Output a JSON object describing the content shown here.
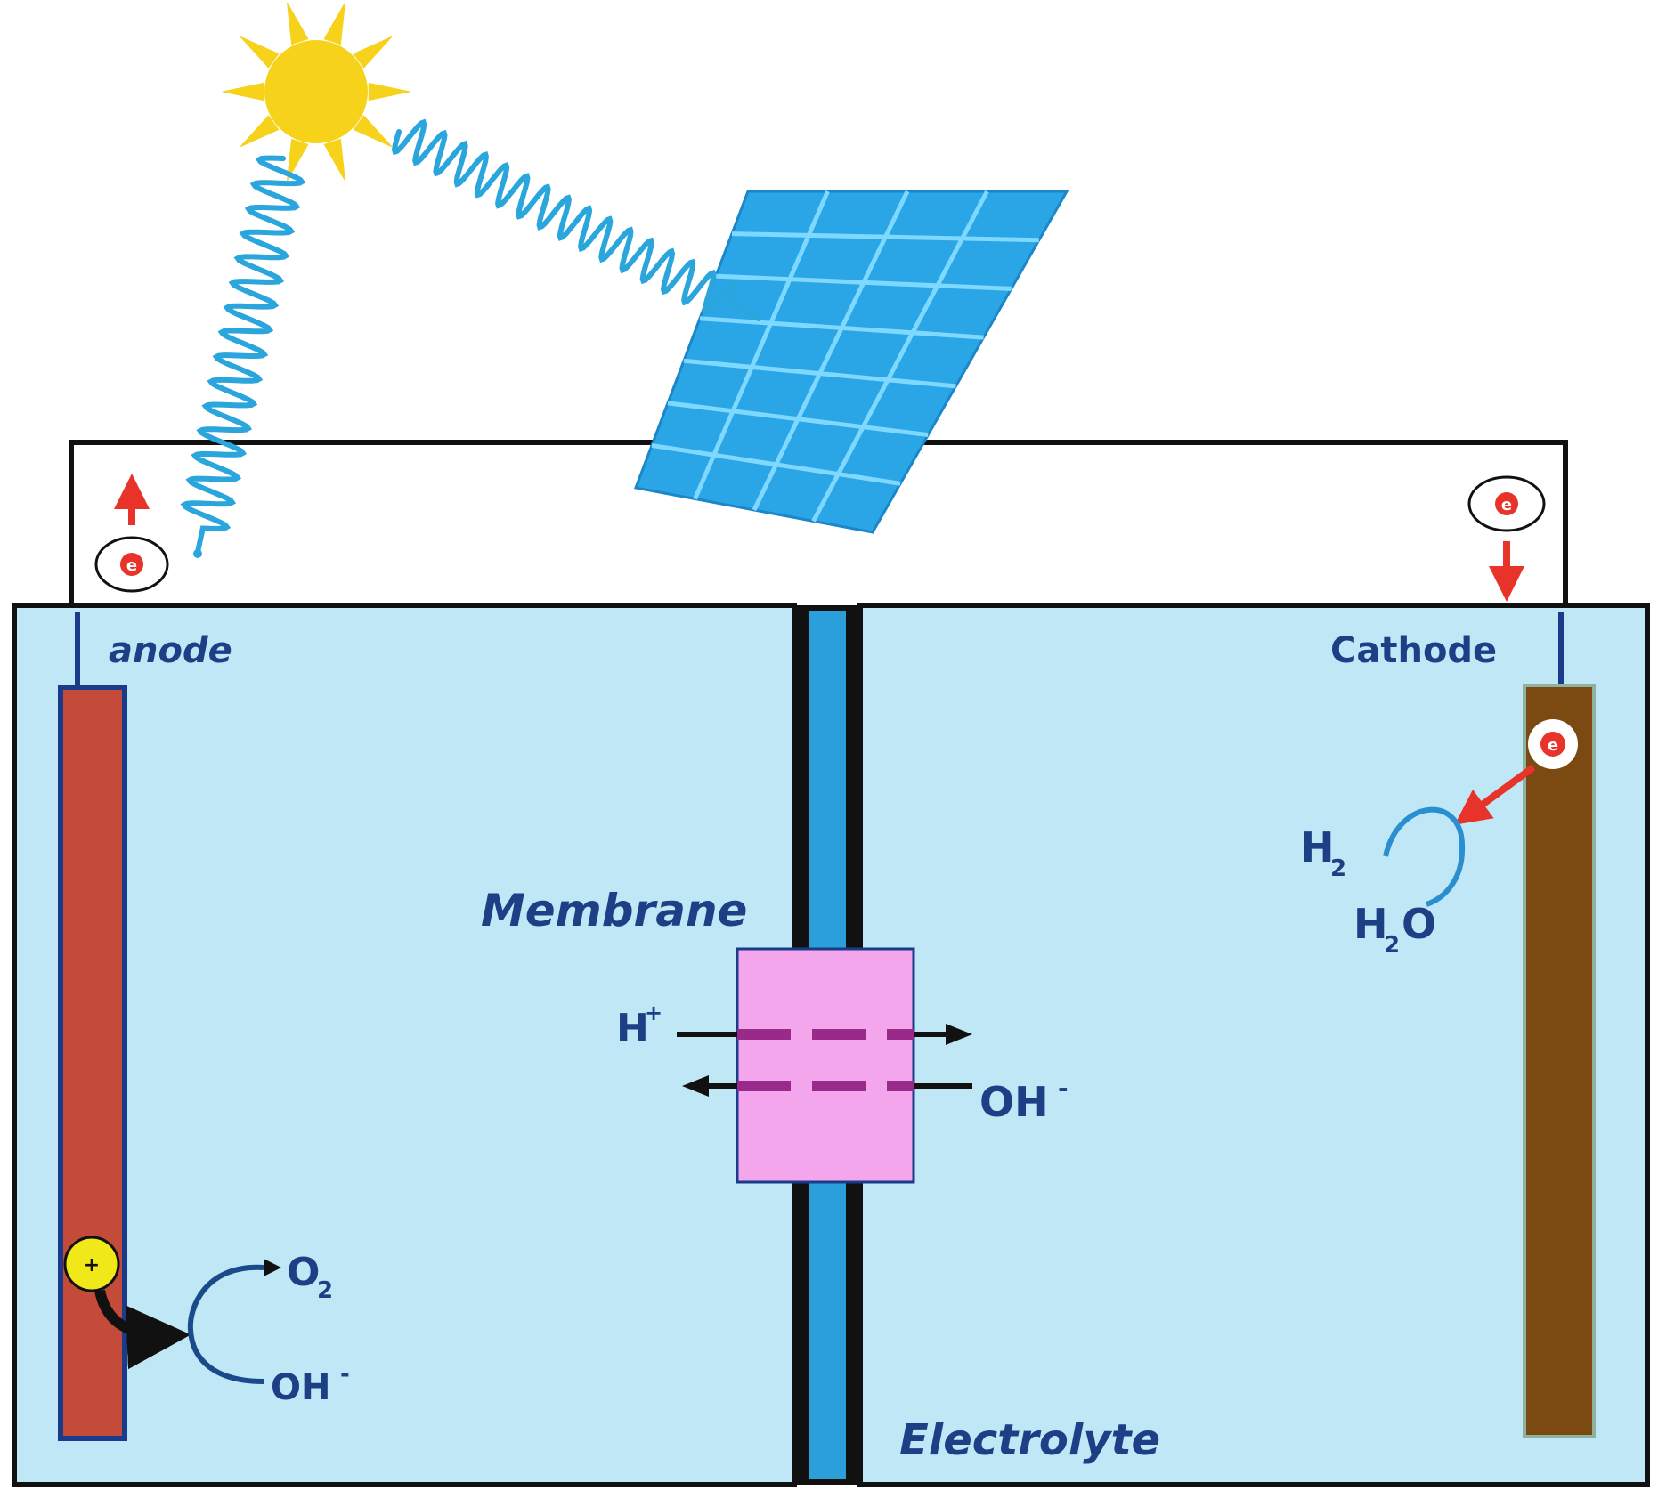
{
  "labels": {
    "anode": "anode",
    "cathode": "Cathode",
    "membrane": "Membrane",
    "electrolyte": "Electrolyte",
    "h_plus": "H",
    "h_plus_sup": "+",
    "oh_minus_main": "OH",
    "oh_minus_main_sup": "-",
    "o2": "O",
    "o2_sub": "2",
    "oh_minus_anode": "OH",
    "oh_minus_anode_sup": "-",
    "h2": "H",
    "h2_sub": "2",
    "h2o_h": "H",
    "h2o_sub": "2",
    "h2o_o": "O",
    "electron": "e",
    "hole": "+"
  },
  "colors": {
    "electrolyte": "#bfe7f5",
    "membrane_stripe": "#2a9fd9",
    "anode_electrode": "#c44a3a",
    "cathode_electrode": "#7a4a12",
    "membrane_patch": "#f4a6ec",
    "membrane_dash": "#9a2a8a",
    "panel": "#2aa6e6",
    "panel_grid": "#7fd8ff",
    "sun": "#f7d21a",
    "wave": "#2aa6dd",
    "electron_red": "#e8332a",
    "text_blue": "#1c3f86",
    "hole_yellow": "#f1e81a"
  }
}
